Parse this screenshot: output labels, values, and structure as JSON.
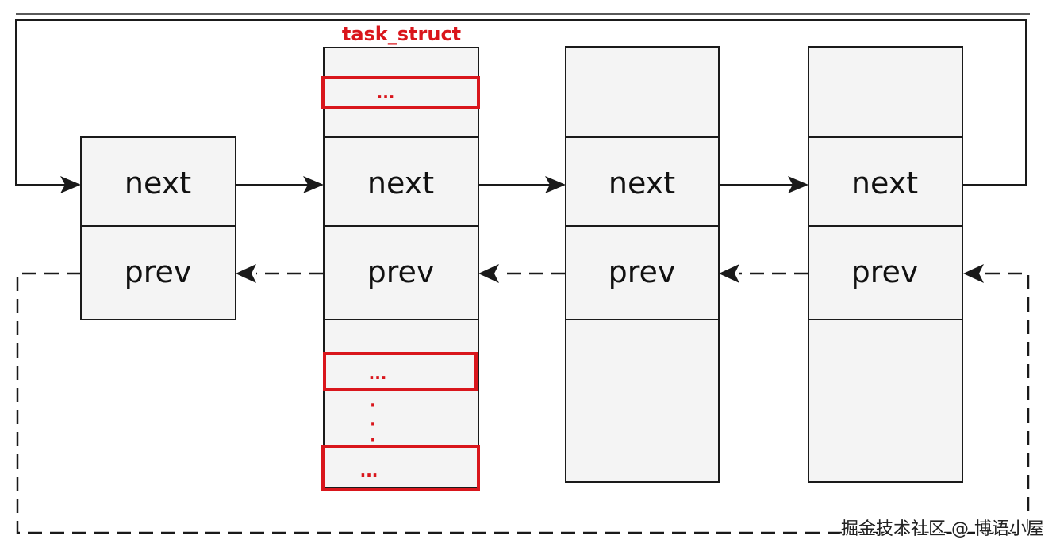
{
  "diagram": {
    "title": "task_struct",
    "nodes": [
      {
        "next": "next",
        "prev": "prev"
      },
      {
        "next": "next",
        "prev": "prev",
        "fields": [
          "...",
          "...",
          "..."
        ],
        "ellipsis": "·"
      },
      {
        "next": "next",
        "prev": "prev"
      },
      {
        "next": "next",
        "prev": "prev"
      }
    ],
    "watermark": "掘金技术社区 @ 博语小屋",
    "colors": {
      "highlight": "#d9161c",
      "box_fill": "#f4f4f4",
      "stroke": "#1a1a1a"
    }
  }
}
